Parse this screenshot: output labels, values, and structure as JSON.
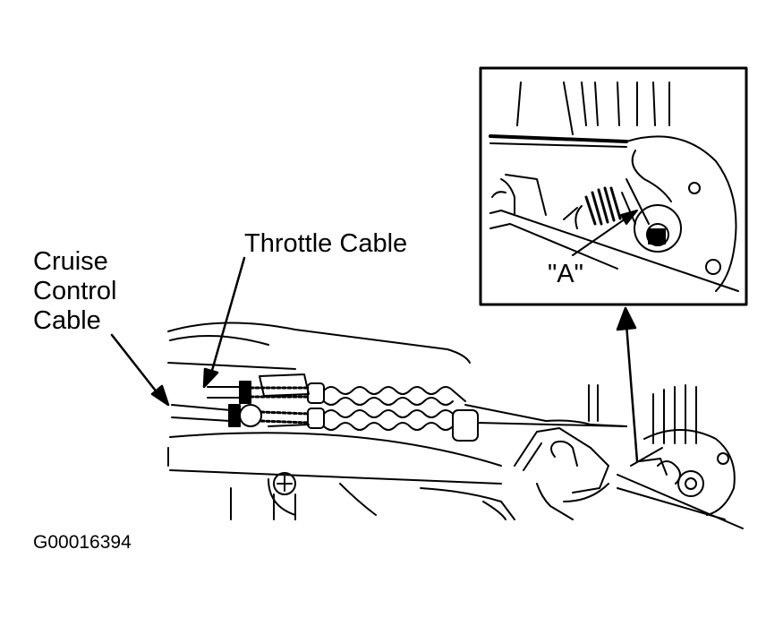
{
  "labels": {
    "cruise_control_line1": "Cruise",
    "cruise_control_line2": "Control",
    "cruise_control_line3": "Cable",
    "throttle_cable": "Throttle Cable",
    "detail_a": "\"A\"",
    "figure_id": "G00016394"
  },
  "colors": {
    "ink": "#000000",
    "paper": "#ffffff"
  }
}
